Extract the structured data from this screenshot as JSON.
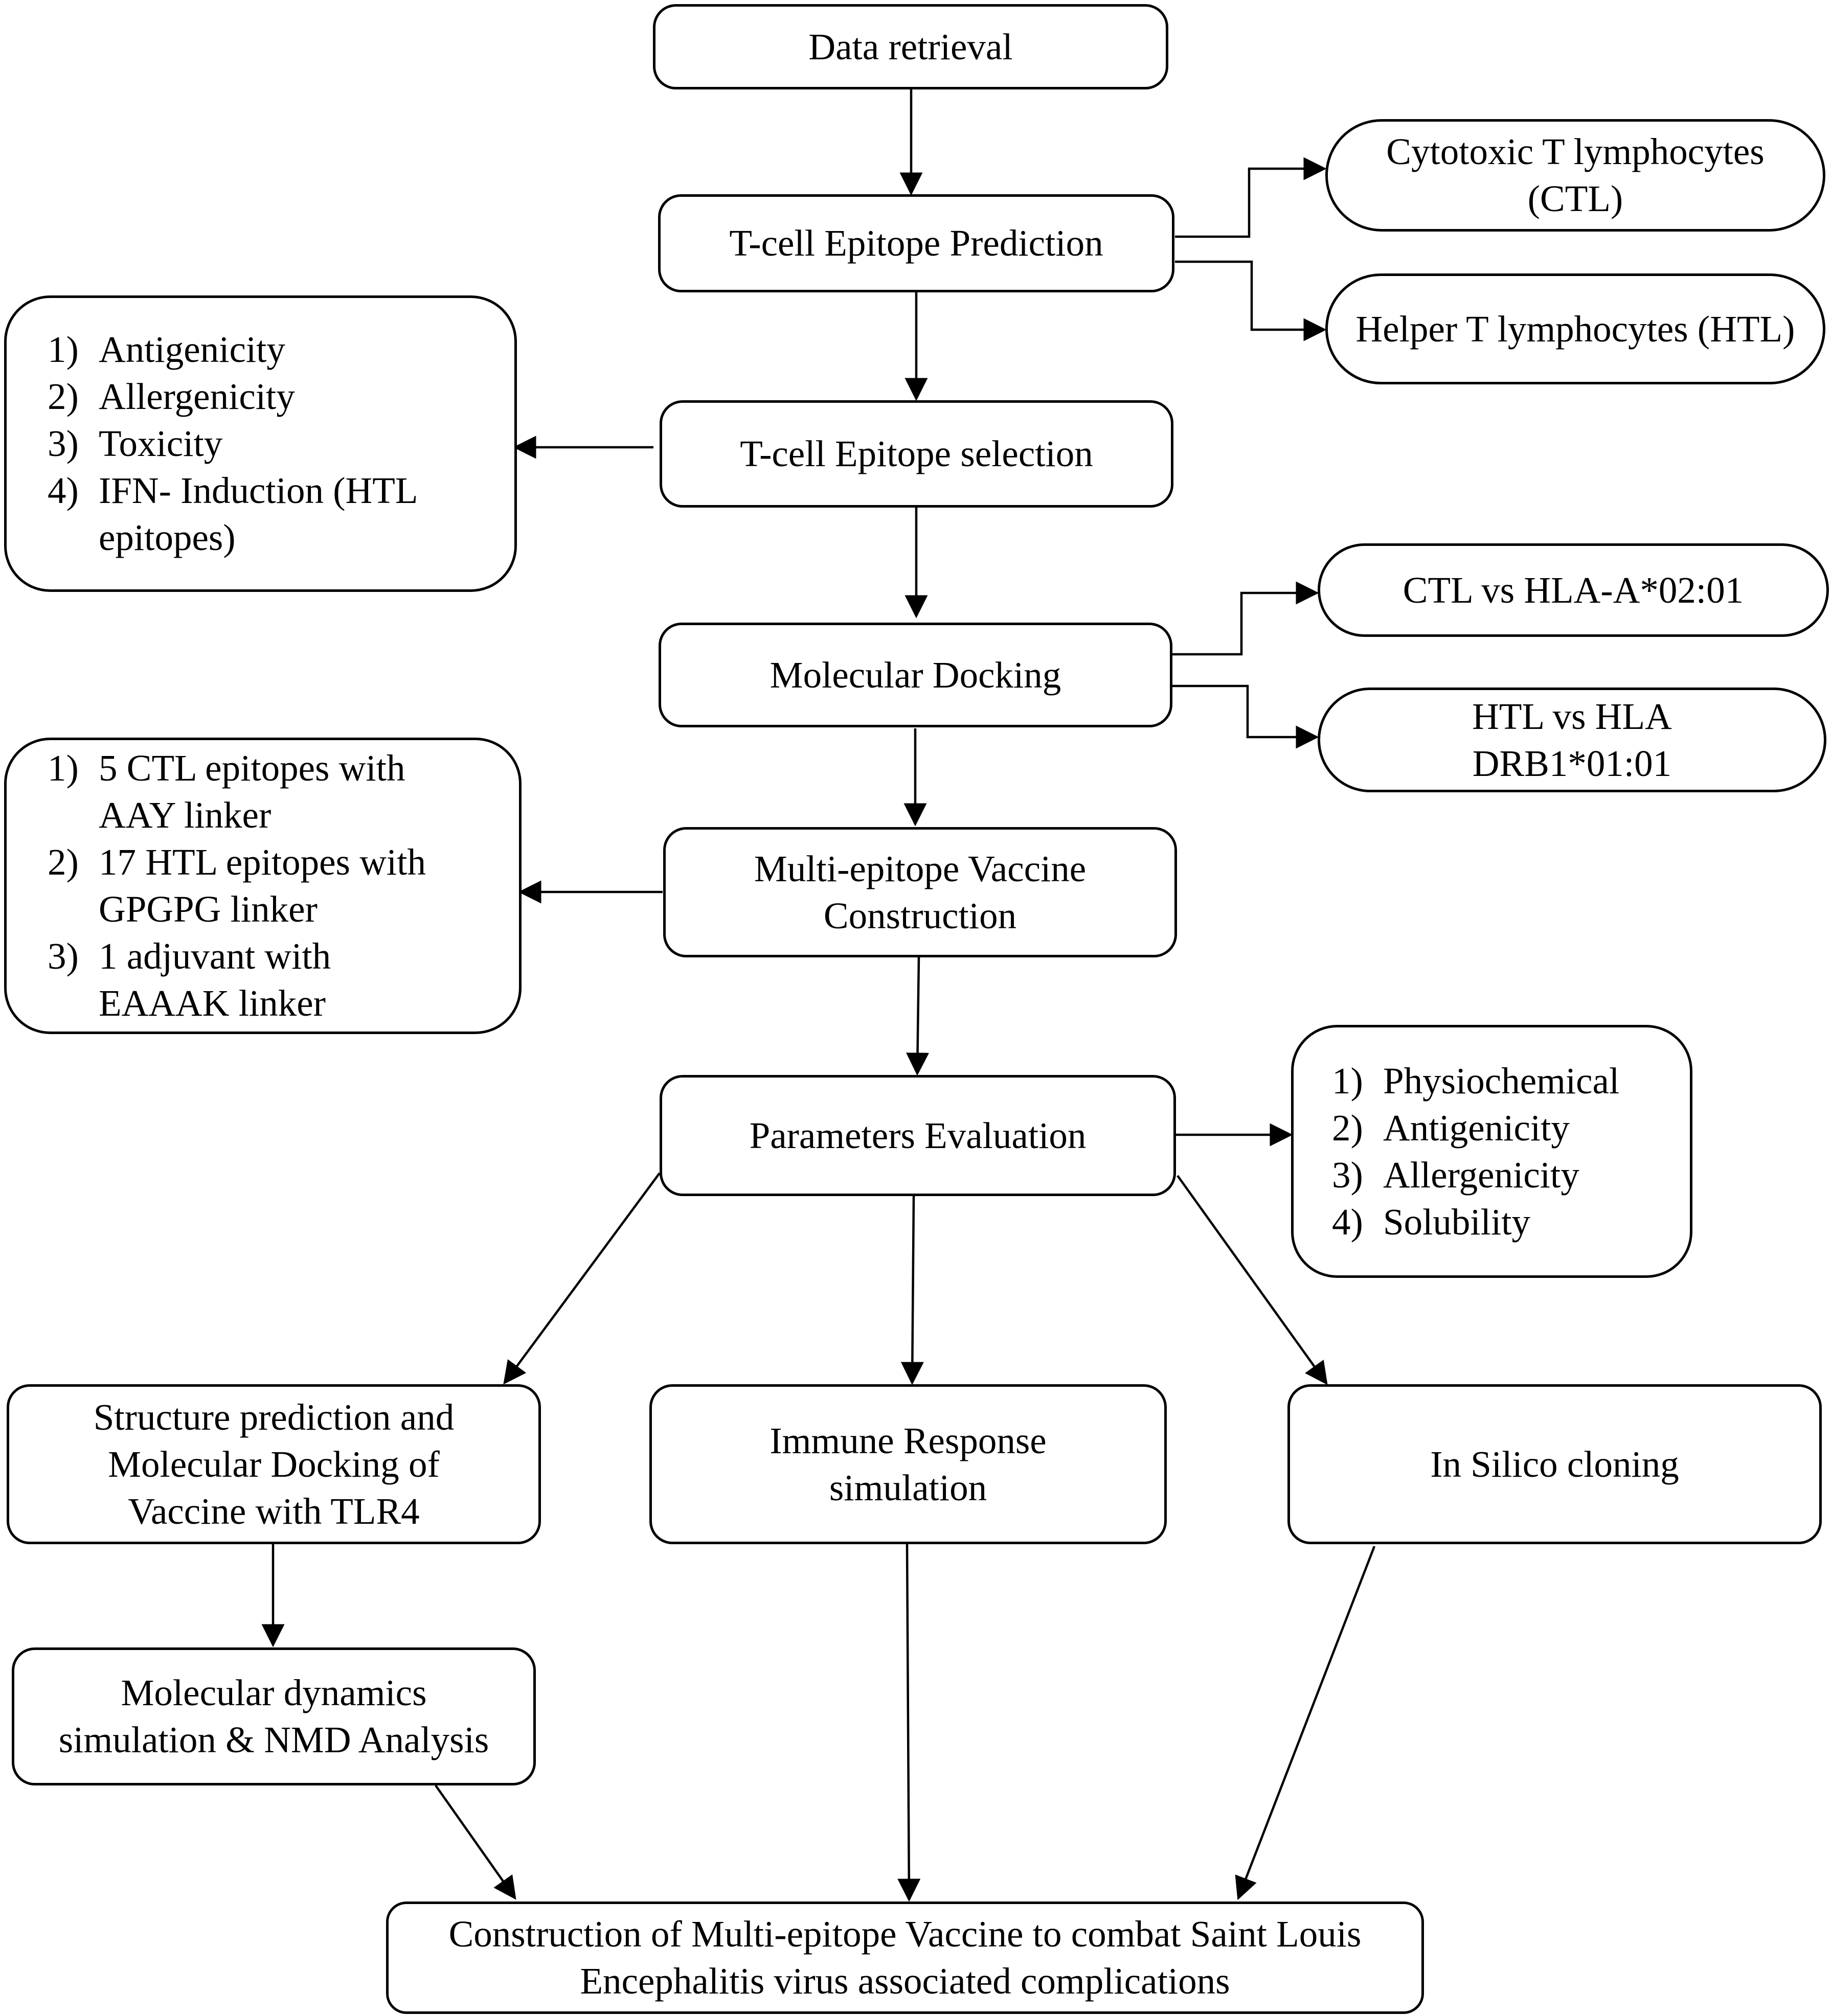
{
  "nodes": {
    "data_retrieval": "Data retrieval",
    "tcell_prediction": "T-cell Epitope Prediction",
    "ctl": "Cytotoxic T lymphocytes (CTL)",
    "htl": "Helper T lymphocytes (HTL)",
    "tcell_selection": "T-cell Epitope selection",
    "molecular_docking": "Molecular Docking",
    "ctl_vs_hla": "CTL vs HLA-A*02:01",
    "htl_vs_hla": "HTL vs HLA DRB1*01:01",
    "vaccine_construction": "Multi-epitope Vaccine Construction",
    "parameters_evaluation": "Parameters Evaluation",
    "structure_prediction": "Structure prediction and Molecular Docking of Vaccine with TLR4",
    "immune_response": "Immune Response simulation",
    "in_silico": "In Silico cloning",
    "md_simulation": "Molecular dynamics simulation & NMD Analysis",
    "final": "Construction of Multi-epitope Vaccine to combat Saint Louis Encephalitis virus associated complications"
  },
  "selection_criteria": [
    {
      "num": "1)",
      "text": "Antigenicity"
    },
    {
      "num": "2)",
      "text": "Allergenicity"
    },
    {
      "num": "3)",
      "text": "Toxicity"
    },
    {
      "num": "4)",
      "text": "IFN- Induction (HTL epitopes)"
    }
  ],
  "construction_components": [
    {
      "num": "1)",
      "text": "5 CTL epitopes with AAY linker"
    },
    {
      "num": "2)",
      "text": "17 HTL epitopes with GPGPG linker"
    },
    {
      "num": "3)",
      "text": "1 adjuvant with EAAAK linker"
    }
  ],
  "evaluation_parameters": [
    {
      "num": "1)",
      "text": "Physiochemical"
    },
    {
      "num": "2)",
      "text": "Antigenicity"
    },
    {
      "num": "3)",
      "text": "Allergenicity"
    },
    {
      "num": "4)",
      "text": "Solubility"
    }
  ]
}
